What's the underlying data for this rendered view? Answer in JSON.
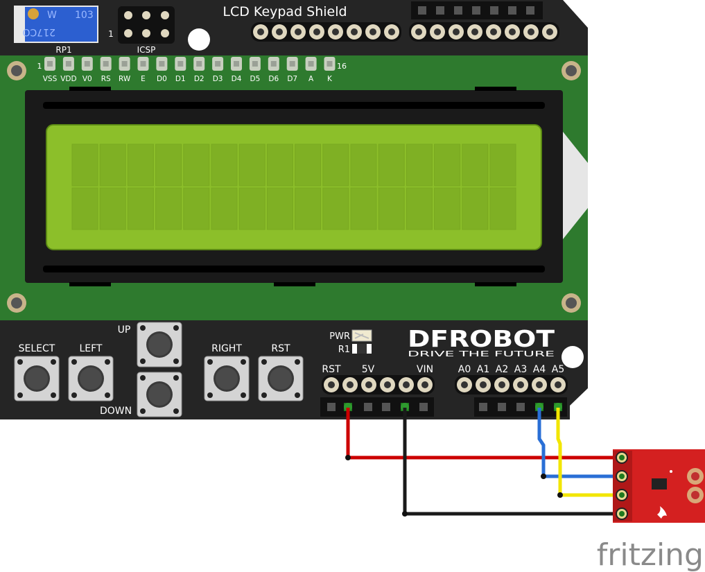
{
  "board": {
    "title": "LCD Keypad Shield",
    "rp1_label": "RP1",
    "rp1_code": "103",
    "rp1_code2": "217CO",
    "rp1_w": "W",
    "icsp_label": "ICSP",
    "icsp_pin1": "1",
    "lcd_pin_first": "1",
    "lcd_pin_last": "16",
    "lcd_pins": [
      "VSS",
      "VDD",
      "V0",
      "RS",
      "RW",
      "E",
      "D0",
      "D1",
      "D2",
      "D3",
      "D4",
      "D5",
      "D6",
      "D7",
      "A",
      "K"
    ],
    "lcd_color": "#8cbf2a",
    "pcb_color": "#2e7a2e",
    "buttons": {
      "select": "SELECT",
      "left": "LEFT",
      "up": "UP",
      "down": "DOWN",
      "right": "RIGHT",
      "rst": "RST"
    },
    "pwr_label": "PWR",
    "r1_label": "R1",
    "power_header": {
      "rst": "RST",
      "fivev": "5V",
      "vin": "VIN"
    },
    "analog_pins": [
      "A0",
      "A1",
      "A2",
      "A3",
      "A4",
      "A5"
    ],
    "logo": "DFROBOT",
    "logo_tagline": "DRIVE THE FUTURE"
  },
  "wires": {
    "red": "#cc0000",
    "black": "#1a1a1a",
    "blue": "#2a6fd6",
    "yellow": "#f2e600"
  },
  "sensor": {
    "color": "#d42020"
  },
  "watermark": "fritzing"
}
